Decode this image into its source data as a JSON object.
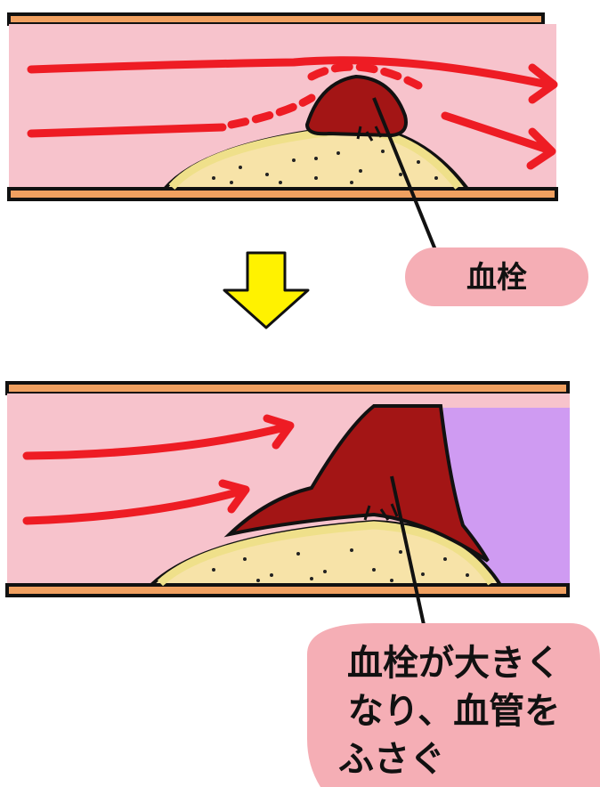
{
  "labels": {
    "top_callout": "血栓",
    "bottom_callout_line1": "血栓が大きく",
    "bottom_callout_line2": "なり、血管を",
    "bottom_callout_line3": "ふさぐ"
  },
  "colors": {
    "vessel_lumen": "#f7c3cc",
    "vessel_wall": "#f0a060",
    "outline": "#111111",
    "blood_flow_arrow": "#ee1c24",
    "thrombus": "#a31515",
    "plaque_fill": "#f7e3a8",
    "plaque_rim": "#efe08a",
    "blocked_region": "#cf9bf2",
    "callout_fill": "#f5aeb5",
    "down_arrow": "#fff200"
  }
}
